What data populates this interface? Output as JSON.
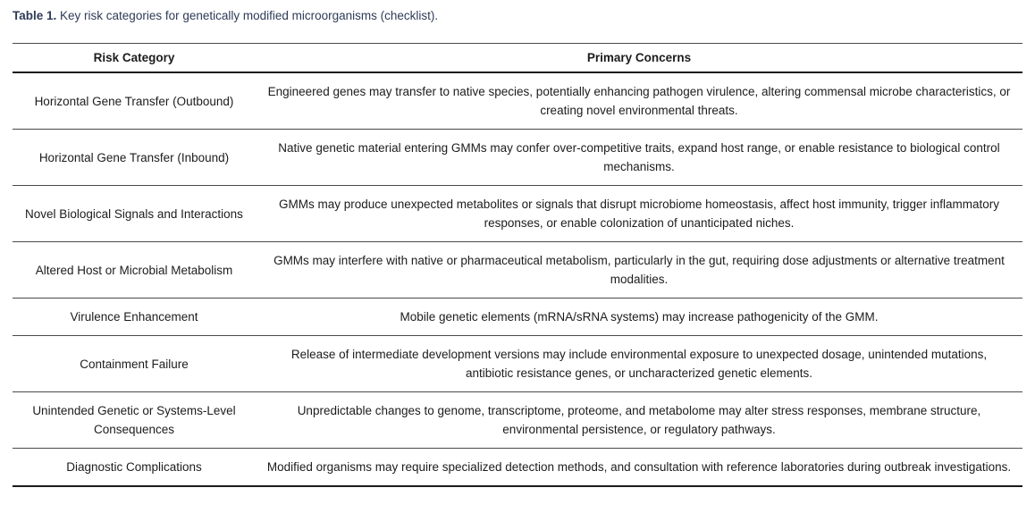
{
  "page": {
    "caption_label": "Table 1.",
    "caption_text": " Key risk categories for genetically modified microorganisms (checklist)."
  },
  "table": {
    "headers": {
      "category": "Risk Category",
      "concerns": "Primary Concerns"
    },
    "rows": [
      {
        "category": "Horizontal Gene Transfer (Outbound)",
        "concerns": "Engineered genes may transfer to native species, potentially enhancing pathogen virulence, altering commensal microbe characteristics, or creating novel environmental threats."
      },
      {
        "category": "Horizontal Gene Transfer (Inbound)",
        "concerns": "Native genetic material entering GMMs may confer over-competitive traits, expand host range, or enable resistance to biological control mechanisms."
      },
      {
        "category": "Novel Biological Signals and Interactions",
        "concerns": "GMMs may produce unexpected metabolites or signals that disrupt microbiome homeostasis, affect host immunity, trigger inflammatory responses, or enable colonization of unanticipated niches."
      },
      {
        "category": "Altered Host or Microbial Metabolism",
        "concerns": "GMMs may interfere with native or pharmaceutical metabolism, particularly in the gut, requiring dose adjustments or alternative treatment modalities."
      },
      {
        "category": "Virulence Enhancement",
        "concerns": "Mobile genetic elements (mRNA/sRNA systems) may increase pathogenicity of the GMM."
      },
      {
        "category": "Containment Failure",
        "concerns": "Release of intermediate development versions may include environmental exposure to unexpected dosage, unintended mutations, antibiotic resistance genes, or uncharacterized genetic elements."
      },
      {
        "category": "Unintended Genetic or Systems-Level Consequences",
        "concerns": "Unpredictable changes to genome, transcriptome, proteome, and metabolome may alter stress responses, membrane structure, environmental persistence, or regulatory pathways."
      },
      {
        "category": "Diagnostic Complications",
        "concerns": "Modified organisms may require specialized detection methods, and consultation with reference laboratories during outbreak investigations."
      }
    ]
  },
  "colors": {
    "caption": "#2e3b57",
    "text": "#1c1c1c",
    "rule": "#4a4a4a",
    "rule_strong": "#1a1a1a"
  }
}
